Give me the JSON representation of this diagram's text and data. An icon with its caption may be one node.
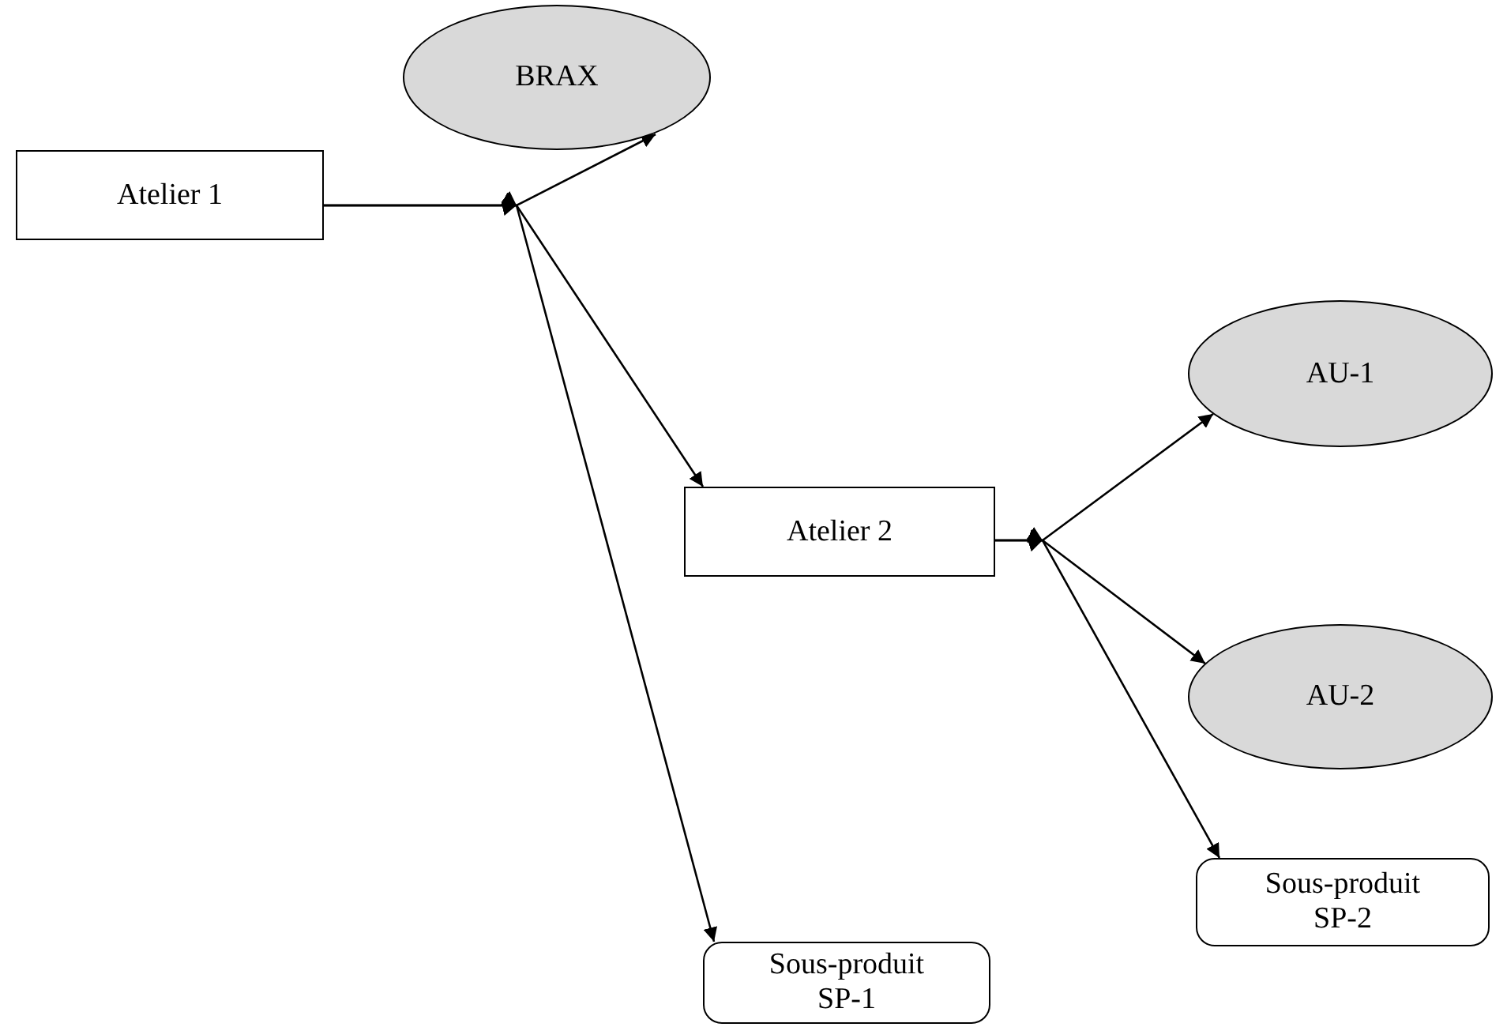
{
  "diagram": {
    "nodes": [
      {
        "text": [
          "Atelier 1"
        ]
      },
      {
        "text": [
          "BRAX"
        ]
      },
      {
        "text": [
          "AU-1"
        ]
      },
      {
        "text": [
          "Atelier 2"
        ]
      },
      {
        "text": [
          "AU-2"
        ]
      },
      {
        "text": [
          "Sous-produit SP-1"
        ]
      },
      {
        "text": [
          "Sous-produit SP-2"
        ]
      }
    ],
    "edges": [
      {
        "from": 0,
        "to": 1,
        "arrow": "to"
      },
      {
        "from": 0,
        "to": 3,
        "arrow": "to"
      },
      {
        "from": 0,
        "to": 5,
        "arrow": "to"
      },
      {
        "from": 3,
        "to": 2,
        "arrow": "to"
      },
      {
        "from": 3,
        "to": 4,
        "arrow": "to"
      },
      {
        "from": 3,
        "to": 6,
        "arrow": "to"
      }
    ]
  }
}
